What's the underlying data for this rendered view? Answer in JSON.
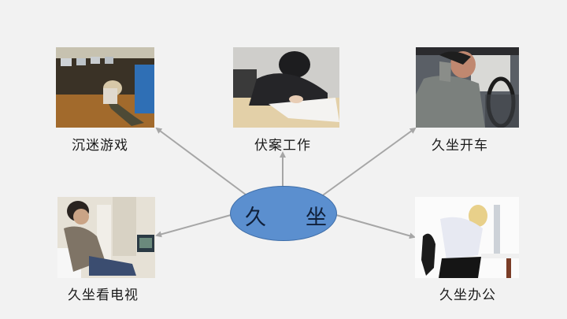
{
  "diagram": {
    "type": "hub-and-spoke",
    "center": {
      "chars": [
        "久",
        "坐"
      ],
      "label": "久 坐",
      "fill": "#5b8fcf"
    },
    "nodes": [
      {
        "id": "gaming",
        "label": "沉迷游戏",
        "image": "person-slumped-in-internet-cafe-chair"
      },
      {
        "id": "desk-work",
        "label": "伏案工作",
        "image": "person-writing-at-desk"
      },
      {
        "id": "driving",
        "label": "久坐开车",
        "image": "man-stretching-in-car-driver-seat"
      },
      {
        "id": "tv",
        "label": "久坐看电视",
        "image": "man-on-sofa-watching-tv"
      },
      {
        "id": "office",
        "label": "久坐办公",
        "image": "woman-with-back-pain-at-office-desk"
      }
    ],
    "arrow_color": "#a6a6a6",
    "background": "#f2f2f2"
  }
}
